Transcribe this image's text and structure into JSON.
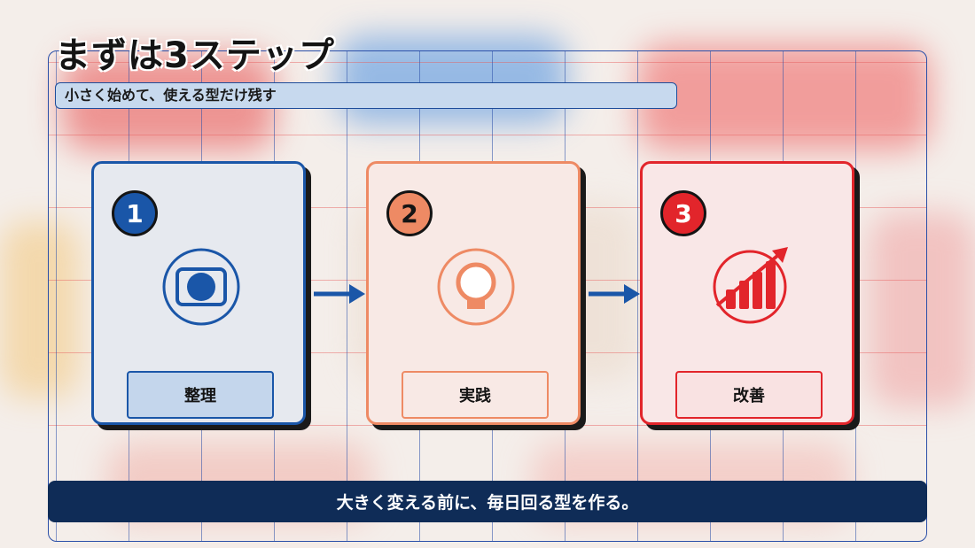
{
  "title": "まずは3ステップ",
  "subtitle": "小さく始めて、使える型だけ残す",
  "steps": [
    {
      "number": "1",
      "label": "整理",
      "icon": "organize-icon",
      "color": "#1a56a8"
    },
    {
      "number": "2",
      "label": "実践",
      "icon": "bulb-icon",
      "color": "#ee8a64"
    },
    {
      "number": "3",
      "label": "改善",
      "icon": "growth-chart-icon",
      "color": "#e2252b"
    }
  ],
  "footer": "大きく変える前に、毎日回る型を作る。",
  "colors": {
    "navy": "#0f2c57",
    "arrow": "#1a56a8"
  }
}
